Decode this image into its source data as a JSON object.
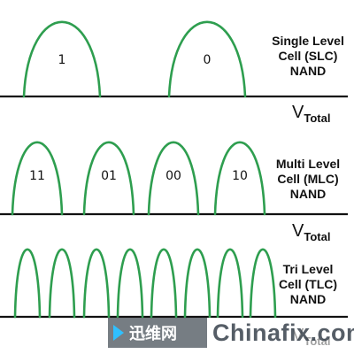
{
  "colors": {
    "curve": "#2e9e4f",
    "axis": "#111111",
    "text": "#111111"
  },
  "axis_label": {
    "main": "V",
    "sub": "Total"
  },
  "rows": [
    {
      "title_lines": [
        "Single Level",
        "Cell (SLC)",
        "NAND"
      ],
      "states": [
        "1",
        "0"
      ]
    },
    {
      "title_lines": [
        "Multi Level",
        "Cell (MLC)",
        "NAND"
      ],
      "states": [
        "11",
        "01",
        "00",
        "10"
      ]
    },
    {
      "title_lines": [
        "Tri Level",
        "Cell (TLC)",
        "NAND"
      ],
      "states": [
        "",
        "",
        "",
        "",
        "",
        "",
        "",
        ""
      ]
    }
  ],
  "watermark": {
    "left_icon": "play-arrow-icon",
    "left_text": "迅维网",
    "right_text": "Chinafix.com"
  }
}
